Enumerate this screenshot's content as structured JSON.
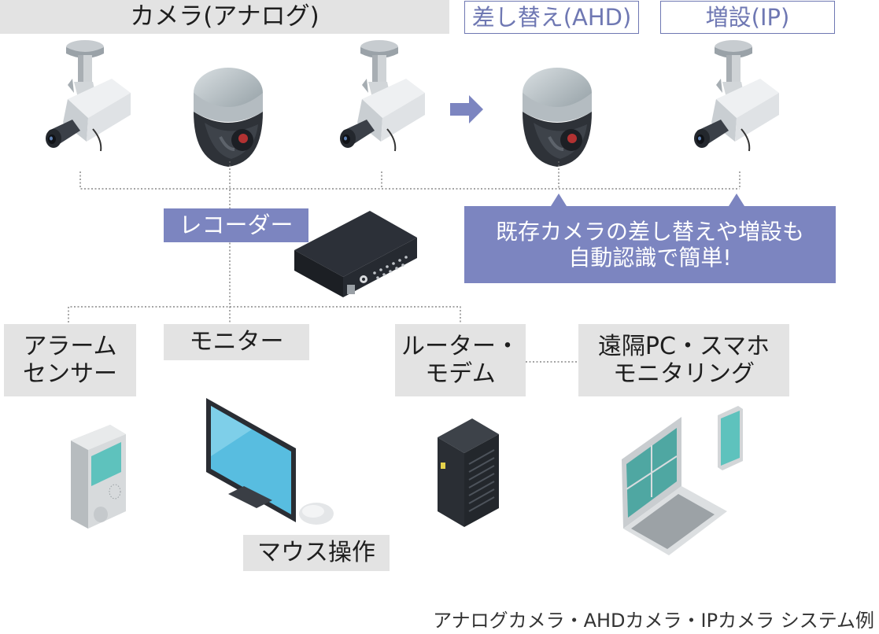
{
  "headers": {
    "analog": "カメラ(アナログ)",
    "ahd": "差し替え(AHD)",
    "ip": "増設(IP)"
  },
  "labels": {
    "recorder": "レコーダー",
    "callout": "既存カメラの差し替えや増設も\n自動認識で簡単!",
    "alarm": "アラーム\nセンサー",
    "monitor": "モニター",
    "router": "ルーター・\nモデム",
    "remote": "遠隔PC・スマホ\nモニタリング",
    "mouse": "マウス操作"
  },
  "caption": "アナログカメラ・AHDカメラ・IPカメラ システム例",
  "colors": {
    "label_gray": "#e3e3e3",
    "accent_purple": "#7c85c0",
    "outline_purple": "#6f78b3",
    "screen_blue": "#5bc3df",
    "device_dark": "#2c3038"
  },
  "icons": {
    "camera_bullet": "bullet-camera-icon",
    "camera_dome": "dome-camera-icon",
    "arrow": "arrow-right-icon",
    "recorder": "dvr-recorder-icon",
    "alarm": "alarm-sensor-icon",
    "monitor": "monitor-icon",
    "mouse": "mouse-icon",
    "router": "router-modem-icon",
    "laptop": "laptop-icon",
    "phone": "smartphone-icon"
  }
}
